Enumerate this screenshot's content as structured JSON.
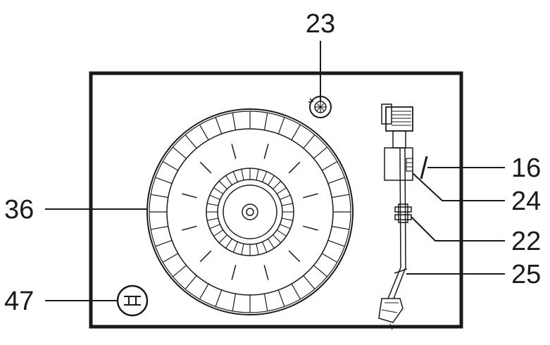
{
  "callouts": {
    "c23": "23",
    "c16": "16",
    "c36": "36",
    "c24": "24",
    "c22": "22",
    "c25": "25",
    "c47": "47"
  },
  "colors": {
    "line": "#1a1a1a",
    "background": "#ffffff"
  },
  "icons": [
    "speed-selector-icon",
    "knob-icon",
    "cartridge-icon",
    "counterweight-icon"
  ]
}
